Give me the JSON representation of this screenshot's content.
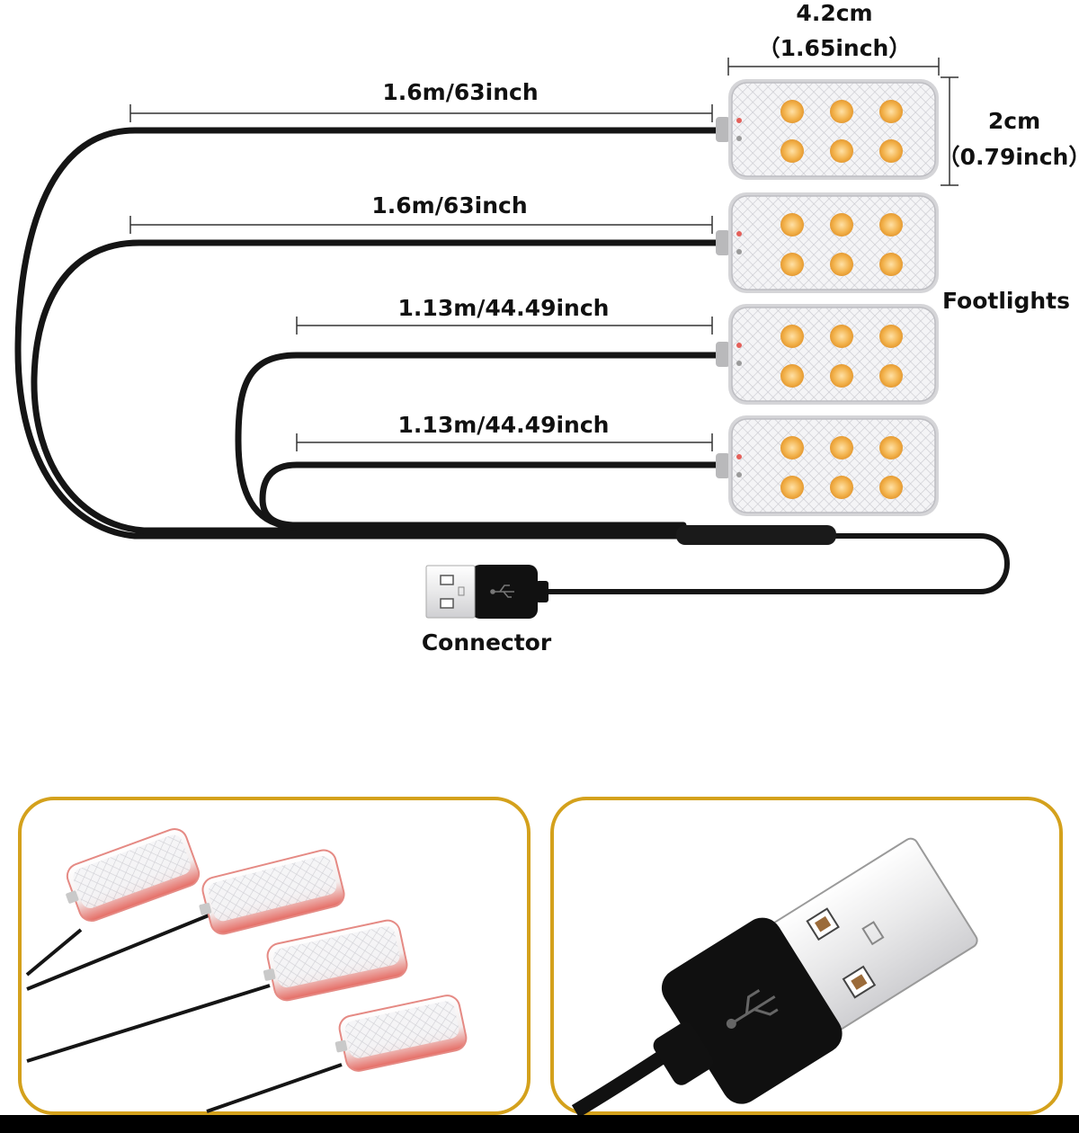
{
  "dimensions": {
    "width_cm": "4.2cm",
    "width_inch": "（1.65inch）",
    "height_cm": "2cm",
    "height_inch": "（0.79inch）"
  },
  "cables": [
    {
      "length": "1.6m/63inch"
    },
    {
      "length": "1.6m/63inch"
    },
    {
      "length": "1.13m/44.49inch"
    },
    {
      "length": "1.13m/44.49inch"
    }
  ],
  "labels": {
    "footlights": "Footlights",
    "connector": "Connector"
  },
  "colors": {
    "cable": "#151515",
    "frame": "#d9a51e",
    "led": "#f2b14a",
    "mesh": "#c8c8c8",
    "red_glow": "#e4605a"
  },
  "icons": [
    "usb-connector-icon",
    "usb-symbol-icon",
    "footlight-module-icon"
  ]
}
